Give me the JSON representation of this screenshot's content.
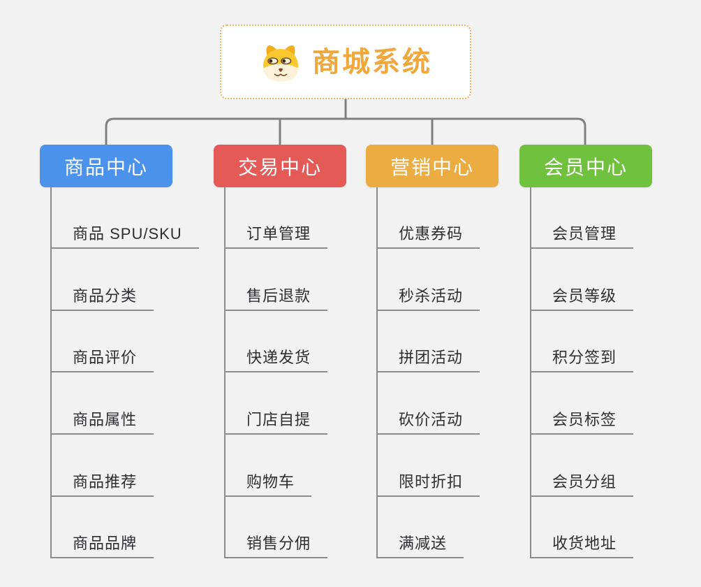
{
  "root": {
    "title": "商城系统",
    "icon": "dog-face-icon"
  },
  "colors": {
    "root_text": "#f0a83c",
    "root_border": "#f2b35a",
    "connector": "#808080",
    "underline": "#8c8c8c",
    "item_text": "#2e2e30",
    "background": "#f2f2f3"
  },
  "branches": [
    {
      "label": "商品中心",
      "color": "#4b92ec",
      "items": [
        "商品 SPU/SKU",
        "商品分类",
        "商品评价",
        "商品属性",
        "商品推荐",
        "商品品牌"
      ]
    },
    {
      "label": "交易中心",
      "color": "#e35a56",
      "items": [
        "订单管理",
        "售后退款",
        "快递发货",
        "门店自提",
        "购物车",
        "销售分佣"
      ]
    },
    {
      "label": "营销中心",
      "color": "#ebac41",
      "items": [
        "优惠券码",
        "秒杀活动",
        "拼团活动",
        "砍价活动",
        "限时折扣",
        "满减送"
      ]
    },
    {
      "label": "会员中心",
      "color": "#70c23e",
      "items": [
        "会员管理",
        "会员等级",
        "积分签到",
        "会员标签",
        "会员分组",
        "收货地址"
      ]
    }
  ]
}
